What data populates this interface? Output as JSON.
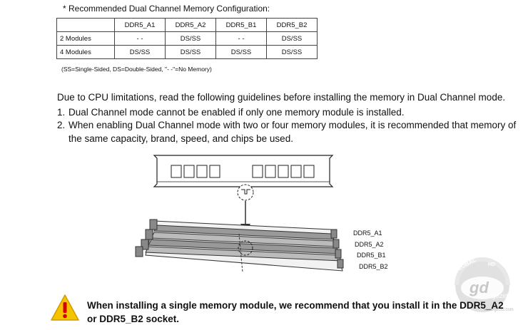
{
  "config": {
    "title": "*  Recommended Dual Channel Memory Configuration:",
    "columns": [
      "DDR5_A1",
      "DDR5_A2",
      "DDR5_B1",
      "DDR5_B2"
    ],
    "rows": [
      {
        "label": "2 Modules",
        "cells": [
          "- -",
          "DS/SS",
          "- -",
          "DS/SS"
        ]
      },
      {
        "label": "4 Modules",
        "cells": [
          "DS/SS",
          "DS/SS",
          "DS/SS",
          "DS/SS"
        ]
      }
    ],
    "legend": "(SS=Single-Sided, DS=Double-Sided, \"- -\"=No Memory)"
  },
  "guidelines": {
    "intro": "Due to CPU limitations, read the following guidelines before installing the memory in Dual Channel mode.",
    "items": [
      {
        "num": "1.",
        "text": "Dual Channel mode cannot be enabled if only one memory module is installed."
      },
      {
        "num": "2.",
        "text": "When enabling Dual Channel mode with two or four memory modules, it is recommended that memory of",
        "text2": "the same capacity, brand, speed, and chips be used."
      }
    ]
  },
  "diagram": {
    "slot_labels": [
      "DDR5_A1",
      "DDR5_A2",
      "DDR5_B1",
      "DDR5_B2"
    ]
  },
  "warning": {
    "icon": "warning-triangle-icon",
    "line1": "When installing a single memory module, we recommend that you install it in the DDR5_A2",
    "line2": "or DDR5_B2 socket."
  },
  "watermark": {
    "top": "GLOBAL",
    "mid": "HD",
    "brand": "gezid",
    "url": "www.gezid.com"
  },
  "colors": {
    "warning_fill": "#f5c400",
    "warning_mark": "#d40000",
    "slot_gray": "#8a8a8a"
  }
}
